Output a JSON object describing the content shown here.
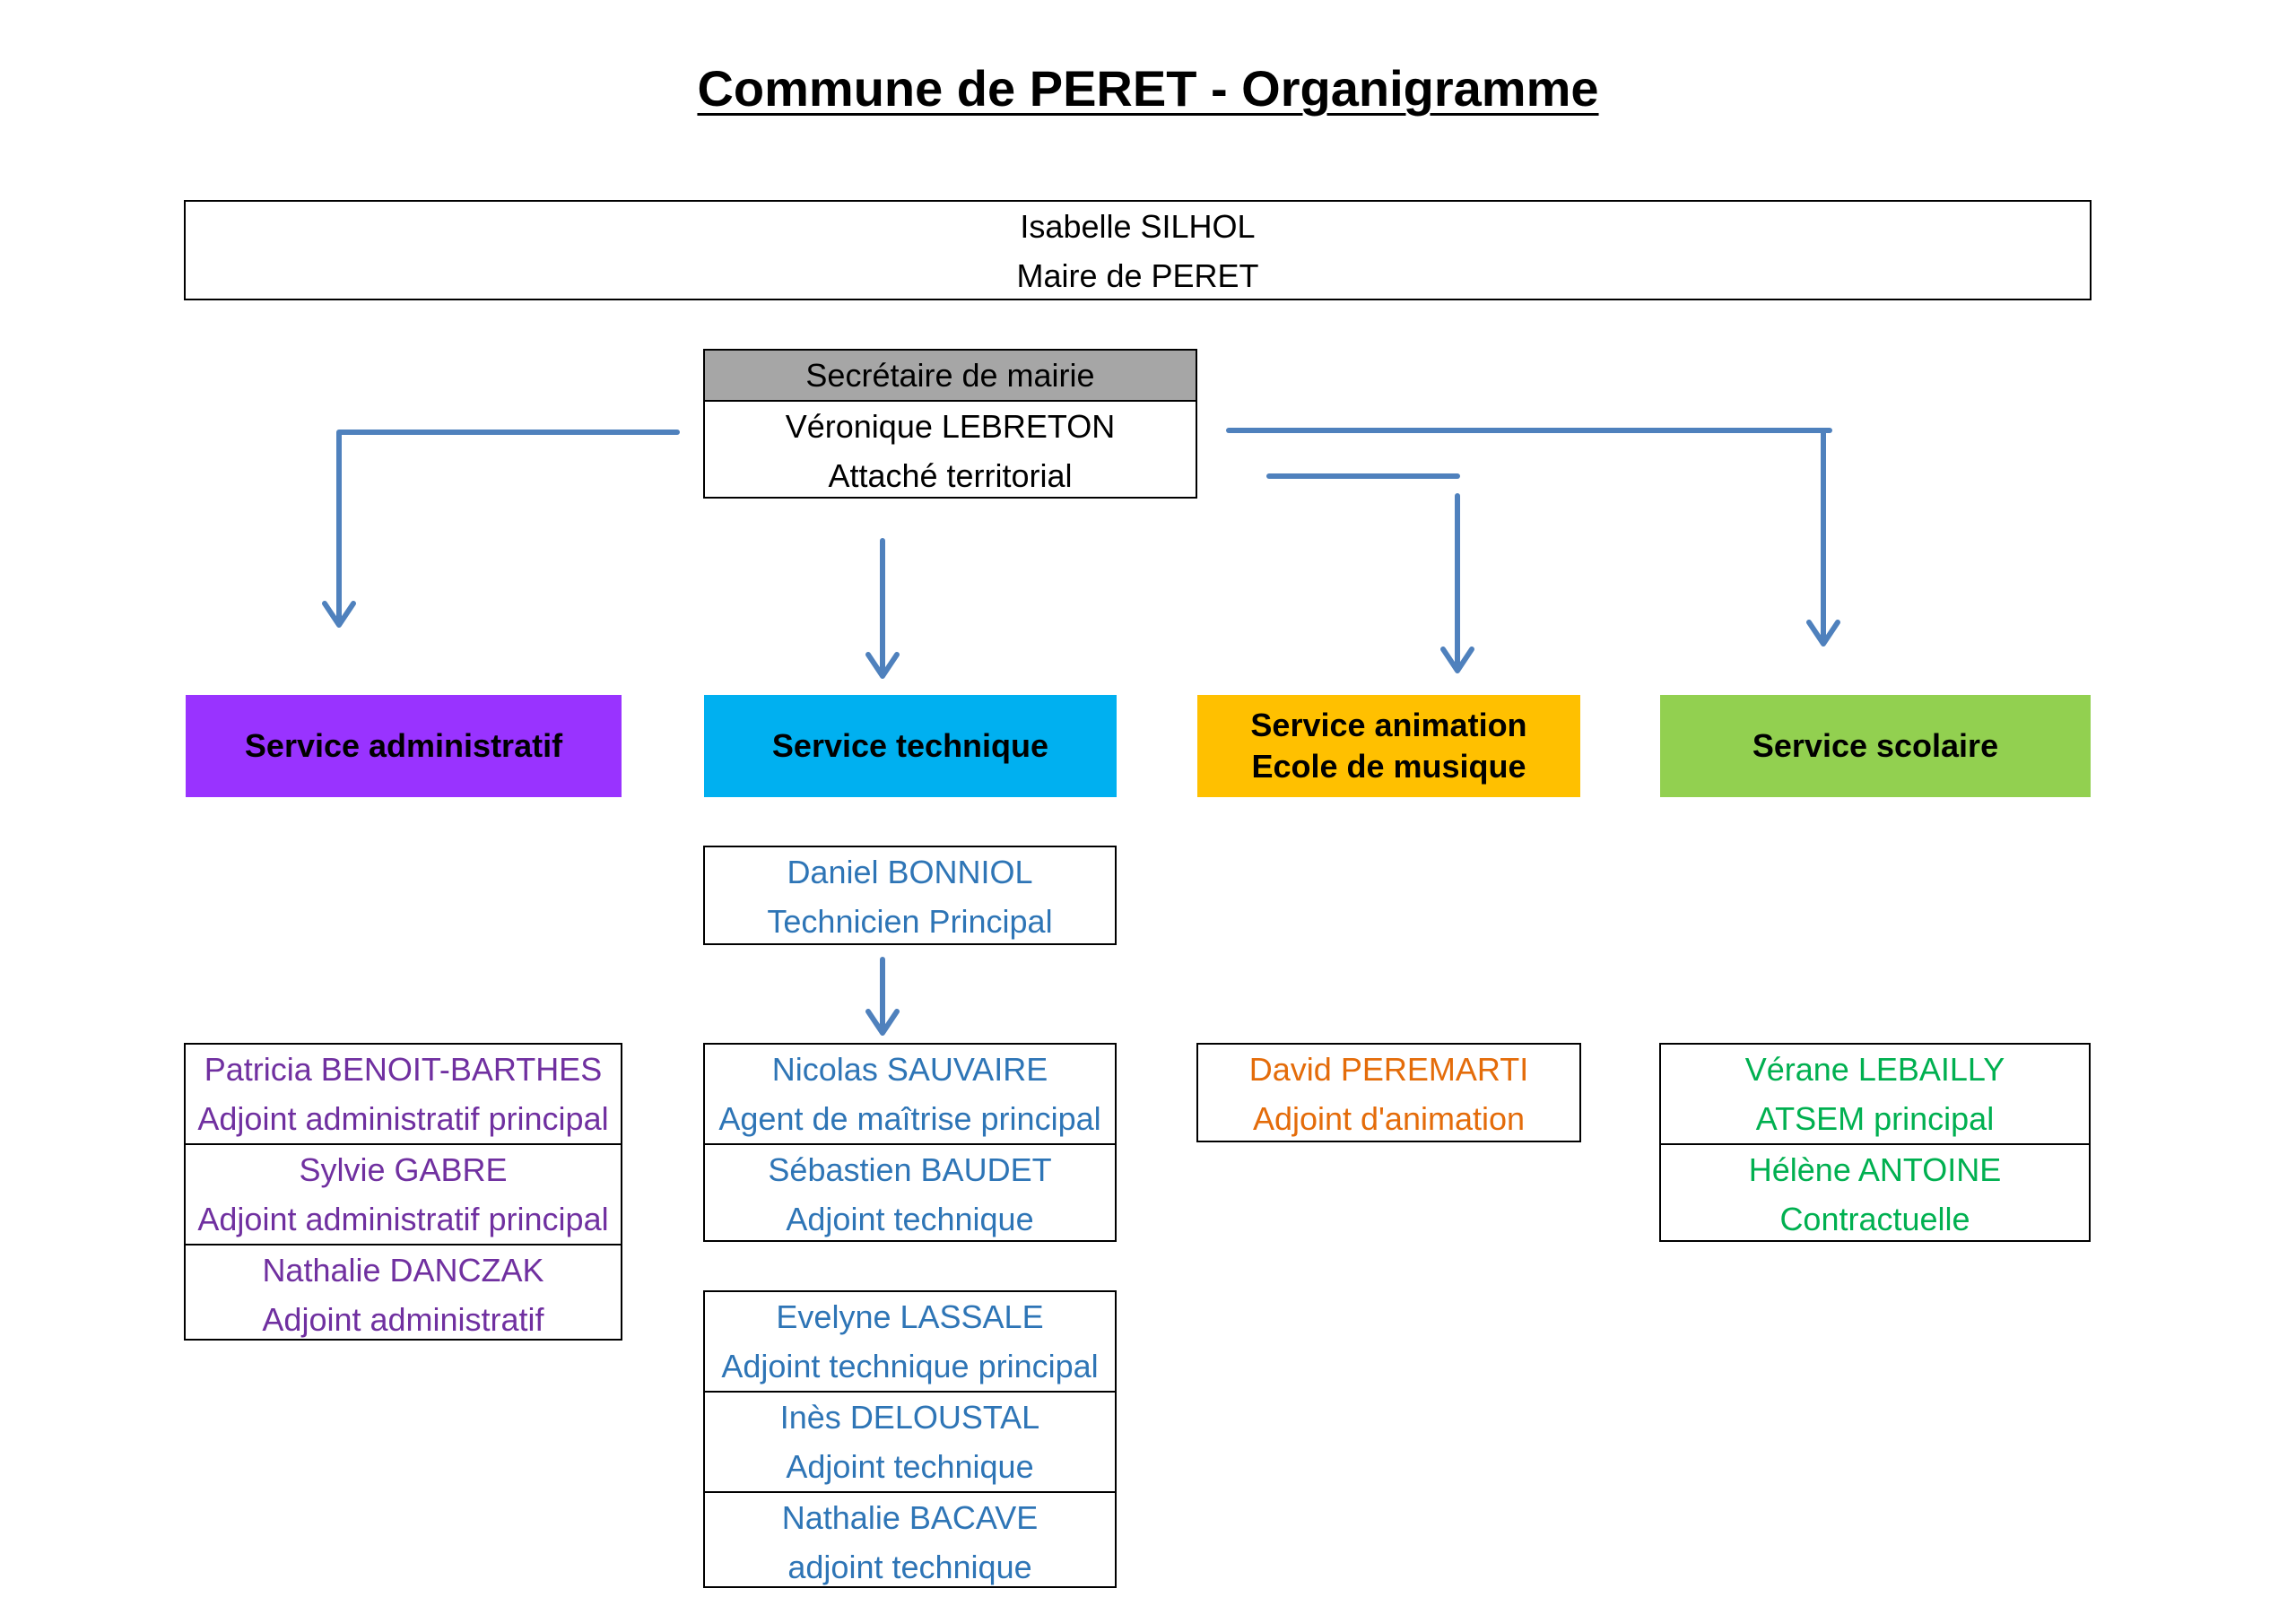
{
  "title": "Commune de PERET - Organigramme",
  "colors": {
    "arrow": "#4f81bd",
    "admin_bg": "#9933ff",
    "admin_text": "#7030a0",
    "tech_bg": "#00b0f0",
    "tech_text": "#2e75b6",
    "anim_bg": "#ffc000",
    "anim_text": "#e46c0a",
    "scol_bg": "#92d050",
    "scol_text": "#00b050",
    "secretary_header_bg": "#a6a6a6"
  },
  "mayor": {
    "name": "Isabelle SILHOL",
    "role": "Maire de PERET"
  },
  "secretary": {
    "header": "Secrétaire de mairie",
    "name": "Véronique LEBRETON",
    "role": "Attaché territorial"
  },
  "services": {
    "admin": {
      "label": "Service administratif",
      "members": [
        {
          "name": "Patricia BENOIT-BARTHES",
          "role": "Adjoint administratif principal"
        },
        {
          "name": "Sylvie GABRE",
          "role": "Adjoint administratif principal"
        },
        {
          "name": "Nathalie DANCZAK",
          "role": "Adjoint administratif"
        }
      ]
    },
    "tech": {
      "label": "Service technique",
      "lead": {
        "name": "Daniel BONNIOL",
        "role": "Technicien Principal"
      },
      "group1": [
        {
          "name": "Nicolas SAUVAIRE",
          "role": "Agent de maîtrise principal"
        },
        {
          "name": "Sébastien BAUDET",
          "role": "Adjoint technique"
        }
      ],
      "group2": [
        {
          "name": "Evelyne LASSALE",
          "role": "Adjoint technique principal"
        },
        {
          "name": "Inès DELOUSTAL",
          "role": "Adjoint technique"
        },
        {
          "name": "Nathalie BACAVE",
          "role": "adjoint technique"
        }
      ]
    },
    "anim": {
      "label_line1": "Service animation",
      "label_line2": "Ecole de musique",
      "members": [
        {
          "name": "David PEREMARTI",
          "role": "Adjoint d'animation"
        }
      ]
    },
    "scol": {
      "label": "Service scolaire",
      "members": [
        {
          "name": "Vérane LEBAILLY",
          "role": "ATSEM principal"
        },
        {
          "name": "Hélène ANTOINE",
          "role": "Contractuelle"
        }
      ]
    }
  }
}
